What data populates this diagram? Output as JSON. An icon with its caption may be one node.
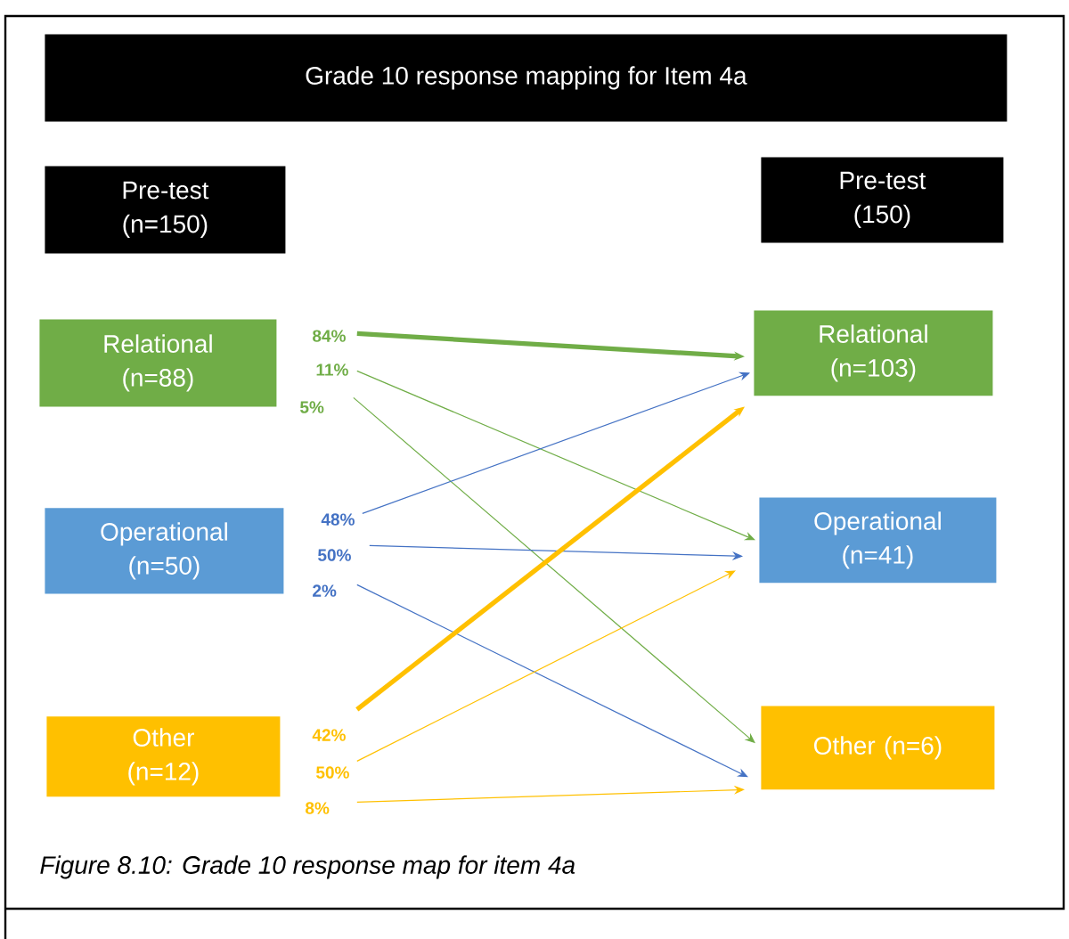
{
  "diagram": {
    "title": "Grade 10 response mapping for Item 4a",
    "caption": "Figure 8.10: Grade 10 response map for item 4a",
    "nodes": [
      {
        "text": [
          "Pre-test (n=150)"
        ]
      },
      {
        "text": [
          "Pre-test (150)"
        ]
      },
      {
        "text": [
          "Relational (n=88)"
        ]
      },
      {
        "text": [
          "Operational (n=50)"
        ]
      },
      {
        "text": [
          "Other (n=12)"
        ]
      },
      {
        "text": [
          "Relational (n=103)"
        ]
      },
      {
        "text": [
          "Operational (n=41)"
        ]
      },
      {
        "text": [
          "Other (n=6)"
        ]
      }
    ],
    "edges": [
      {
        "from": 2,
        "to": 5,
        "arrow": "to",
        "label": "84%",
        "style": "thick",
        "color": "#70ad47"
      },
      {
        "from": 2,
        "to": 6,
        "arrow": "to",
        "label": "11%",
        "color": "#70ad47"
      },
      {
        "from": 2,
        "to": 7,
        "arrow": "to",
        "label": "5%",
        "color": "#70ad47"
      },
      {
        "from": 3,
        "to": 5,
        "arrow": "to",
        "label": "48%",
        "color": "#4472c4"
      },
      {
        "from": 3,
        "to": 6,
        "arrow": "to",
        "label": "50%",
        "color": "#4472c4"
      },
      {
        "from": 3,
        "to": 7,
        "arrow": "to",
        "label": "2%",
        "color": "#4472c4"
      },
      {
        "from": 4,
        "to": 5,
        "arrow": "to",
        "label": "42%",
        "style": "thick",
        "color": "#ffc000"
      },
      {
        "from": 4,
        "to": 6,
        "arrow": "to",
        "label": "50%",
        "color": "#ffc000"
      },
      {
        "from": 4,
        "to": 7,
        "arrow": "to",
        "label": "8%",
        "color": "#ffc000"
      }
    ]
  }
}
